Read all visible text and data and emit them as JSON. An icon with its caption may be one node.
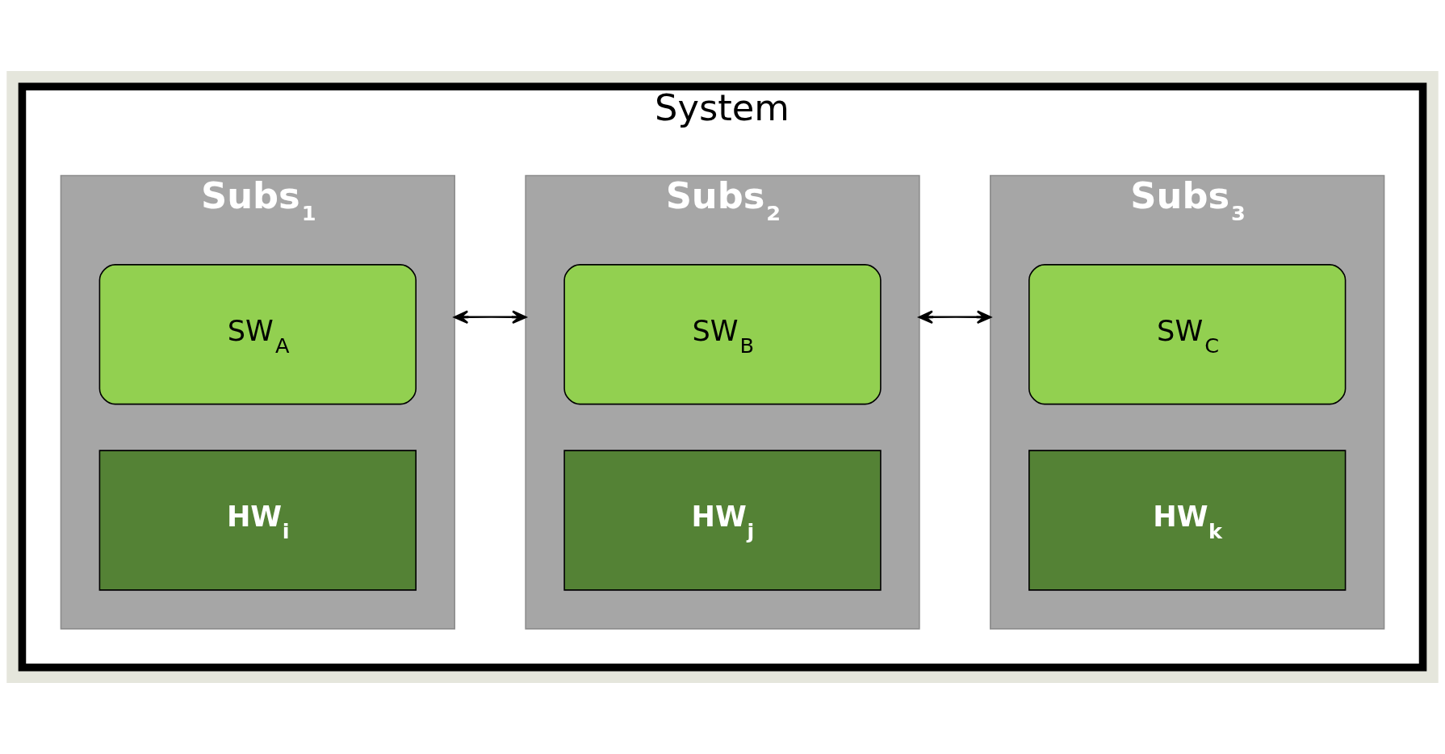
{
  "diagram": {
    "nodes": [
      {
        "text": [
          "System"
        ]
      },
      {
        "text": [
          "Subs$_{1}$"
        ],
        "in": 0
      },
      {
        "text": [
          "SW$_{A}$"
        ],
        "in": 1
      },
      {
        "text": [
          "HW$_{i}$"
        ],
        "in": 1
      },
      {
        "text": [
          "Subs$_{2}$"
        ],
        "in": 0
      },
      {
        "text": [
          "SW$_{B}$"
        ],
        "in": 4
      },
      {
        "text": [
          "HW$_{j}$"
        ],
        "in": 4
      },
      {
        "text": [
          "Subs$_{3}$"
        ],
        "in": 0
      },
      {
        "text": [
          "SW$_{C}$"
        ],
        "in": 7
      },
      {
        "text": [
          "HW$_{k}$"
        ],
        "in": 7
      }
    ],
    "edges": [
      {
        "from": 1,
        "to": 4,
        "arrow": "both"
      },
      {
        "from": 4,
        "to": 7,
        "arrow": "both"
      }
    ]
  }
}
